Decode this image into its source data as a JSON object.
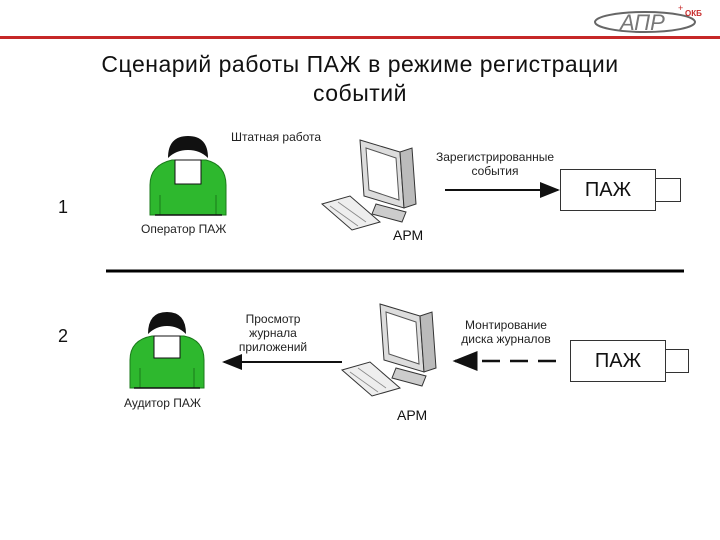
{
  "title_line1": "Сценарий работы ПАЖ в режиме регистрации",
  "title_line2": "событий",
  "logo_text": "АПР",
  "logo_small": "ОКБ",
  "scenario1": {
    "number": "1",
    "top_label": "Штатная работа",
    "person_label": "Оператор ПАЖ",
    "arm_label": "АРМ",
    "arrow_label_line1": "Зарегистрированные",
    "arrow_label_line2": "события",
    "device_label": "ПАЖ"
  },
  "scenario2": {
    "number": "2",
    "person_label": "Аудитор ПАЖ",
    "arm_label": "АРМ",
    "left_arrow_line1": "Просмотр",
    "left_arrow_line2": "журнала",
    "left_arrow_line3": "приложений",
    "right_arrow_line1": "Монтирование",
    "right_arrow_line2": "диска журналов",
    "device_label": "ПАЖ"
  },
  "colors": {
    "accent": "#c62828",
    "person_body": "#2eb82e",
    "person_head": "#111111",
    "divider": "#000000"
  }
}
